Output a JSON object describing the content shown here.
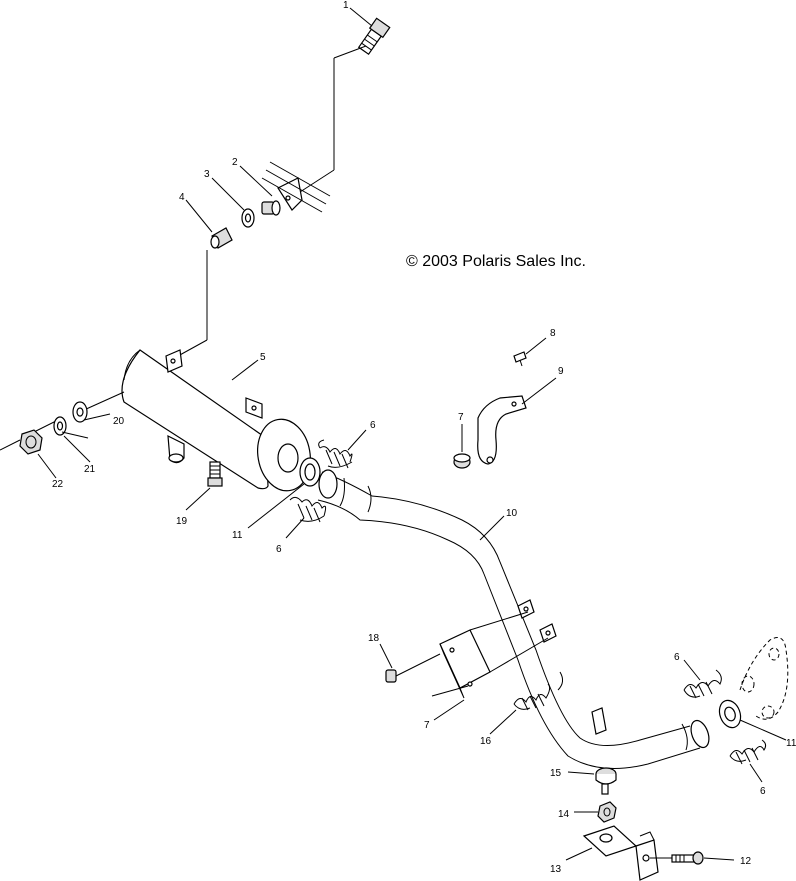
{
  "copyright": "© 2003 Polaris Sales Inc.",
  "callouts": {
    "c1": "1",
    "c2": "2",
    "c3": "3",
    "c4": "4",
    "c5": "5",
    "c6a": "6",
    "c6b": "6",
    "c6c": "6",
    "c6d": "6",
    "c7a": "7",
    "c7b": "7",
    "c8": "8",
    "c9": "9",
    "c10": "10",
    "c11a": "11",
    "c11b": "11",
    "c12": "12",
    "c13": "13",
    "c14": "14",
    "c15": "15",
    "c16": "16",
    "c18": "18",
    "c19": "19",
    "c20": "20",
    "c21": "21",
    "c22": "22"
  }
}
